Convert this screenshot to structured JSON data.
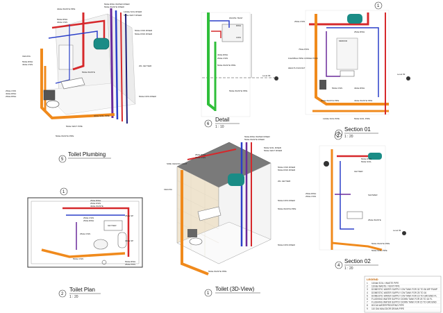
{
  "views": {
    "plumbing": {
      "number": "5",
      "title": "Toilet Plumbing"
    },
    "detail": {
      "number": "6",
      "title": "Detail",
      "scale": "1 : 10"
    },
    "section01": {
      "number": "3",
      "title": "Section 01",
      "scale": "1 : 20"
    },
    "plan": {
      "number": "2",
      "title": "Toilet Plan",
      "scale": "1 : 20"
    },
    "view3d": {
      "number": "1",
      "title": "Toilet (3D-View)"
    },
    "section02": {
      "number": "4",
      "title": "Section 02",
      "scale": "1 : 20"
    }
  },
  "section_markers": {
    "sec01": "1",
    "sec02": "2",
    "plan_top": "1"
  },
  "legend": {
    "title": "LEGEND",
    "rows": [
      {
        "no": "1",
        "text": "110dia SOIL / WASTE PIPE"
      },
      {
        "no": "2",
        "text": "110dia WASTE / VENT PIPE"
      },
      {
        "no": "3",
        "text": "DOMESTIC WATER SUPPLY CW TANK FOR 32 TO 36 WP PUMP"
      },
      {
        "no": "4",
        "text": "DOMESTIC WATER SUPPLY CW TANK FOR 25 TO 16"
      },
      {
        "no": "5",
        "text": "DOMESTIC WATER SUPPLY CW TANK FOR 15 TO GROUND FL"
      },
      {
        "no": "6",
        "text": "FLUSHING WATER SUPPLY DOWN TANK FOR 25 TO 16 FL"
      },
      {
        "no": "7",
        "text": "FLUSHING WATER SUPPLY DOWN TANK FOR 15 TO GROUND"
      },
      {
        "no": "8",
        "text": "80 DIA WATERPROOFING PIPE"
      },
      {
        "no": "9",
        "text": "110 DIA MALODOR DRAIN PIPE"
      }
    ]
  },
  "labels": {
    "plumbing": [
      "50dia RWH WATER RISER",
      "50dia WASTE RISER",
      "110dia SOIL RISER",
      "50dia VENT RISER",
      "40dia WASTE PIPE",
      "50dia RWH",
      "40dia CWS",
      "50dia CWS RISER",
      "50dia DWS RISER",
      "CEILING",
      "50dia RWH",
      "40dia CWS",
      "25dia CWS",
      "40dia RWH",
      "25dia RWH",
      "50dia WASTE",
      "20L GEYSER",
      "50dia FWS RISER",
      "40dia SOIL PIPE",
      "50dia VENT PIPE",
      "50dia WASTE PIPE"
    ],
    "detail": [
      "WASTE TRAP",
      "RWH",
      "CWS",
      "40dia RWH",
      "25dia CWS",
      "50dia WASTE PIPE",
      "50dia WASTE PIPE",
      "Level 09"
    ],
    "section01": [
      "25dia CWS",
      "25dia RWH",
      "MIRROR",
      "75dia PWS",
      "FLEXIBLE PIPE CONNECTION",
      "HEALTH FAUCET",
      "50dia CWS",
      "40dia RWH",
      "50dia WASTE PIPE",
      "40dia WASTE PIPE",
      "110dia SOIL PIPE",
      "50dia SOIL PIPE",
      "Level 09"
    ],
    "plan": [
      "25dia RWH",
      "25dia DWS",
      "40dia WASTE",
      "25dia CWS",
      "25dia RWH",
      "GEYSER",
      "25dia CWS",
      "50dia CWS",
      "25dia SP",
      "40dia SP",
      "50dia RWH",
      "25dia PWS"
    ],
    "view3d": [
      "50dia RWH WATER RISER",
      "50dia WASTE RISER",
      "50dia SOIL RISER",
      "50dia VENT RISER",
      "25dia RWH",
      "25dia CWS",
      "SIDE CEILING LIGHT",
      "CEILING",
      "50dia CWS RISER",
      "50dia DWS RISER",
      "20L GEYSER",
      "50dia FWS RISER",
      "50dia WASTE PIPE",
      "50dia FWS RISER",
      "50dia WASTE PIPE"
    ],
    "section02": [
      "50dia DWS",
      "50dia SOIL",
      "GEYSER",
      "25dia RWH",
      "25dia CWS",
      "SHOWER",
      "25dia WASTE",
      "50dia WASTE PIPE",
      "50dia SOIL PIPE",
      "Level 09"
    ]
  },
  "colors": {
    "red": "#d6282b",
    "blue": "#2a3fc9",
    "purple": "#6a2a9a",
    "orange": "#f08a1c",
    "green": "#2fbf3a",
    "teal": "#1a8c86",
    "grey": "#9a9a9a",
    "navy": "#1d1d7a"
  }
}
